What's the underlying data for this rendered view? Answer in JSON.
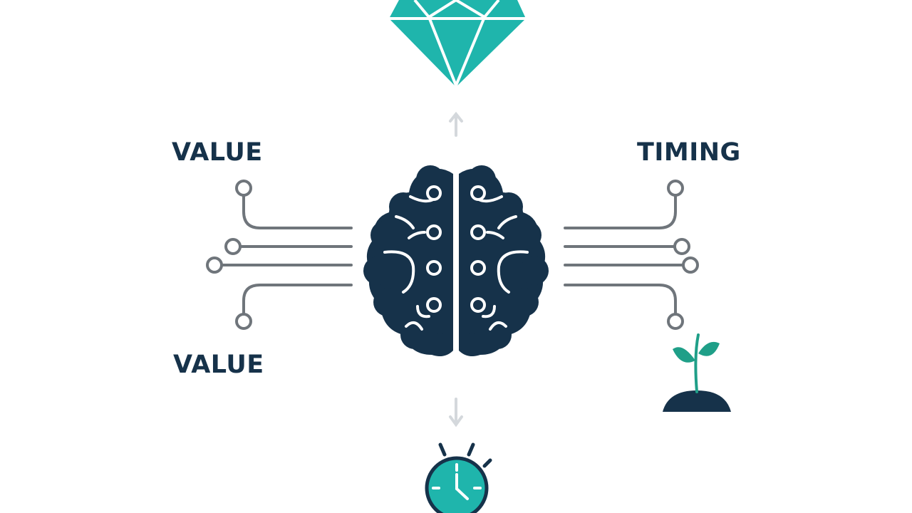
{
  "labels": {
    "value_top": "VALUE",
    "value_bottom": "VALUE",
    "timing": "TIMING"
  },
  "icons": {
    "top": "diamond-icon",
    "center": "brain-icon",
    "bottom": "stopwatch-icon",
    "bottom_right": "sprout-icon"
  },
  "colors": {
    "navy": "#16324a",
    "teal": "#1fb5ac",
    "gray": "#6f757b",
    "arrow": "#d4d8dc"
  }
}
